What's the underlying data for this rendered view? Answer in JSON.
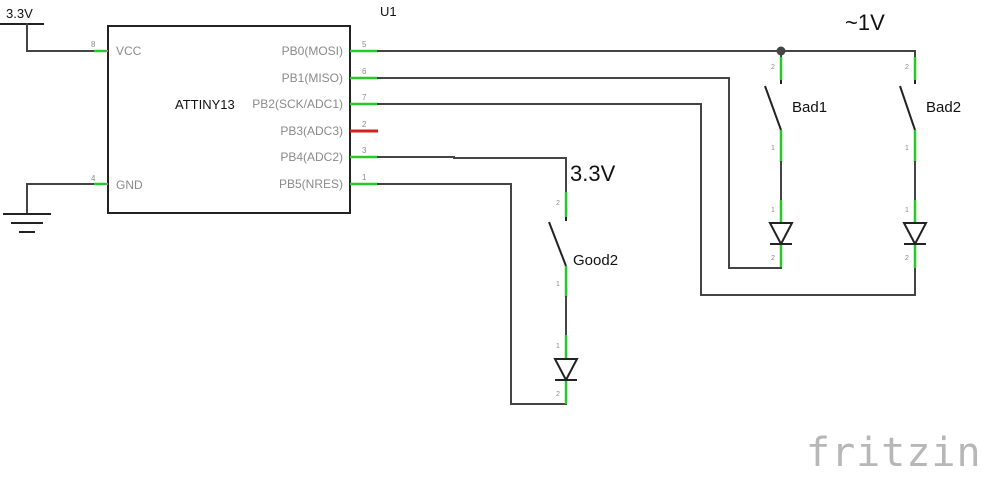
{
  "power": {
    "vcc_label": "3.3V"
  },
  "chip": {
    "ref": "U1",
    "name": "ATTINY13",
    "left_pins": [
      {
        "num": "8",
        "label": "VCC"
      },
      {
        "num": "4",
        "label": "GND"
      }
    ],
    "right_pins": [
      {
        "num": "5",
        "label": "PB0(MOSI)"
      },
      {
        "num": "6",
        "label": "PB1(MISO)"
      },
      {
        "num": "7",
        "label": "PB2(SCK/ADC1)"
      },
      {
        "num": "2",
        "label": "PB3(ADC3)"
      },
      {
        "num": "3",
        "label": "PB4(ADC2)"
      },
      {
        "num": "1",
        "label": "PB5(NRES)"
      }
    ]
  },
  "annotations": {
    "approx_voltage": "~1V",
    "good_voltage": "3.3V"
  },
  "switches": {
    "bad1": {
      "label": "Bad1",
      "top_pin": "2",
      "bottom_pin": "1"
    },
    "bad2": {
      "label": "Bad2",
      "top_pin": "2",
      "bottom_pin": "1"
    },
    "good2": {
      "label": "Good2",
      "top_pin": "2",
      "bottom_pin": "1"
    }
  },
  "diodes": {
    "pin_top": "1",
    "pin_bottom": "2"
  },
  "logo": {
    "text": "fritzing"
  },
  "colors": {
    "wire": "#444444",
    "connected_pin": "#28c828",
    "unconnected_pin": "#d62020",
    "logo": "#b7b7b7"
  }
}
